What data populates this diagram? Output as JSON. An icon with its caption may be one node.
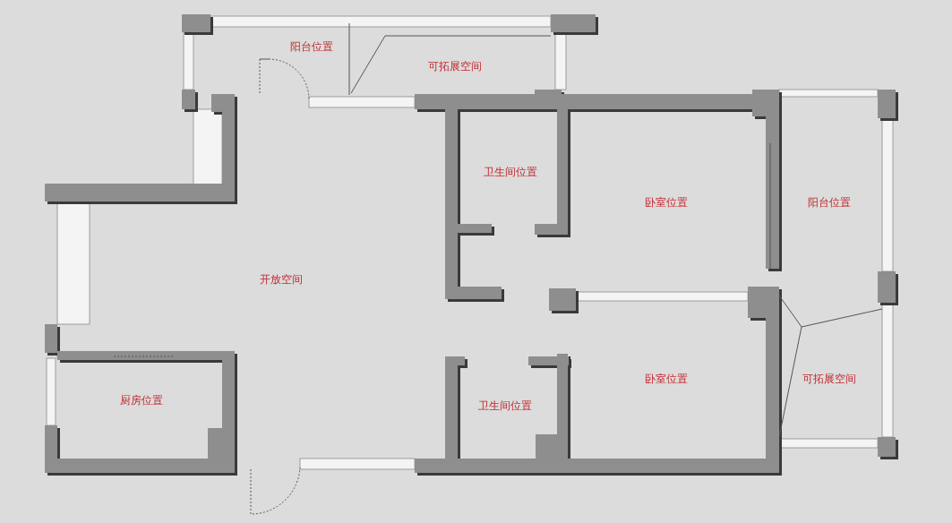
{
  "diagram": {
    "labels": [
      "阳台位置",
      "可拓展空间",
      "卫生间位置",
      "卧室位置",
      "阳台位置",
      "开放空间",
      "卧室位置",
      "可拓展空间",
      "厨房位置",
      "卫生间位置"
    ]
  }
}
